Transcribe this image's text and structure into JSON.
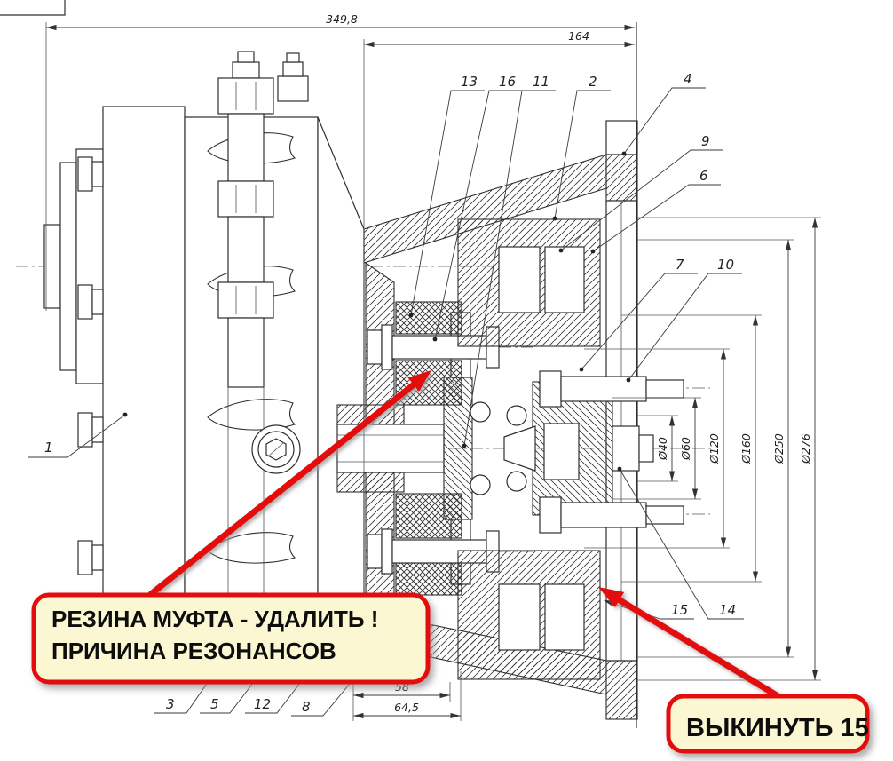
{
  "drawing": {
    "type": "technical-section-drawing",
    "language": "ru"
  },
  "dims": {
    "overall": "349,8",
    "bell": "164",
    "b58": "58",
    "b645": "64,5",
    "d40": "Ø40",
    "d60": "Ø60",
    "d120": "Ø120",
    "d160": "Ø160",
    "d250": "Ø250",
    "d276": "Ø276"
  },
  "parts": {
    "p1": "1",
    "p2": "2",
    "p3": "3",
    "p4": "4",
    "p5": "5",
    "p6": "6",
    "p7": "7",
    "p8": "8",
    "p9": "9",
    "p10": "10",
    "p11": "11",
    "p12": "12",
    "p13": "13",
    "p14": "14",
    "p15": "15",
    "p16": "16"
  },
  "notes": {
    "rubber_line1": "РЕЗИНА МУФТА  - УДАЛИТЬ !",
    "rubber_line2": "ПРИЧИНА  РЕЗОНАНСОВ",
    "discard": "ВЫКИНУТЬ 15"
  },
  "colors": {
    "annotation_fill": "#FBF7D2",
    "annotation_border": "#E3100E",
    "arrow": "#E3100E",
    "line": "#2e2e2e",
    "background": "#ffffff"
  }
}
